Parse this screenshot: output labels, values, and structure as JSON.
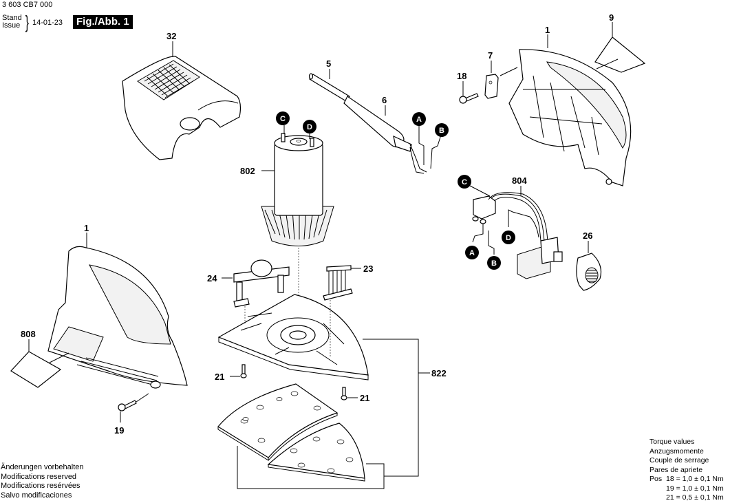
{
  "header": {
    "doc_number": "3 603 CB7 000",
    "stand_label": "Stand",
    "issue_label": "Issue",
    "date": "14-01-23",
    "figure_label": "Fig./Abb. 1"
  },
  "parts": {
    "p1_left": "1",
    "p1_right": "1",
    "p5": "5",
    "p6": "6",
    "p7": "7",
    "p9": "9",
    "p18": "18",
    "p19": "19",
    "p21_left": "21",
    "p21_right": "21",
    "p23": "23",
    "p24": "24",
    "p26": "26",
    "p32": "32",
    "p802": "802",
    "p804": "804",
    "p808": "808",
    "p822": "822"
  },
  "connectors": {
    "c_motor": "C",
    "d_motor": "D",
    "a_cable": "A",
    "b_cable": "B",
    "c_switch": "C",
    "d_switch": "D",
    "a_switch": "A",
    "b_switch": "B"
  },
  "footer": {
    "lines": [
      "Änderungen vorbehalten",
      "Modifications reserved",
      "Modifications resérvées",
      "Salvo modificaciones"
    ]
  },
  "torque": {
    "titles": [
      "Torque values",
      "Anzugsmomente",
      "Couple de serrage",
      "Pares de apriete"
    ],
    "pos_label": "Pos",
    "values": [
      {
        "pos": "18",
        "value": "= 1,0 ± 0,1 Nm"
      },
      {
        "pos": "19",
        "value": "= 1,0 ± 0,1 Nm"
      },
      {
        "pos": "21",
        "value": "= 0,5 ± 0,1 Nm"
      }
    ]
  }
}
